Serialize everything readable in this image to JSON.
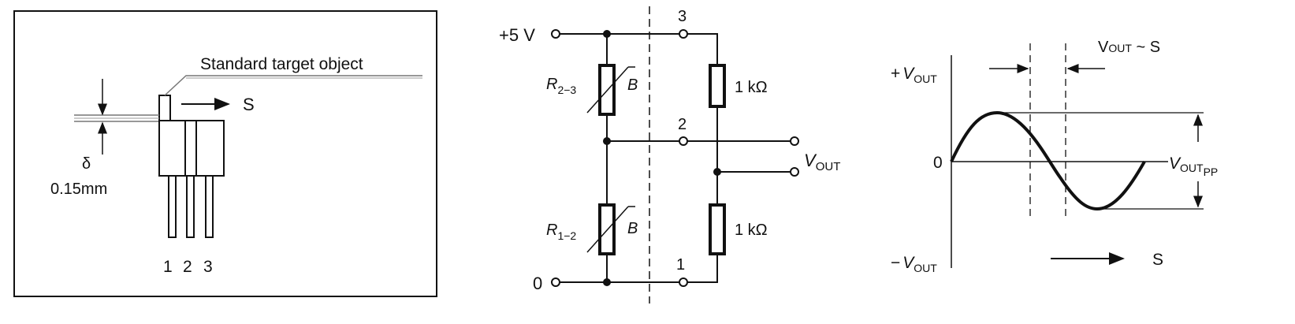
{
  "package": {
    "target_label": "Standard target object",
    "motion_label": "S",
    "delta_symbol": "δ",
    "gap_value": "0.15mm",
    "pin_labels": [
      "1",
      "2",
      "3"
    ]
  },
  "circuit": {
    "supply_label": "+5 V",
    "ground_label": "0",
    "r23": {
      "R": "R",
      "sub": "2−3",
      "B": "B"
    },
    "r12": {
      "R": "R",
      "sub": "1−2",
      "B": "B"
    },
    "r_top_value": "1 kΩ",
    "r_bot_value": "1 kΩ",
    "pin_3": "3",
    "pin_2": "2",
    "pin_1": "1",
    "vout": {
      "V": "V",
      "sub": "OUT"
    }
  },
  "waveform": {
    "plus_vout": {
      "pre": "+",
      "V": "V",
      "sub": "OUT"
    },
    "minus_vout": {
      "pre": "−",
      "V": "V",
      "sub": "OUT"
    },
    "zero_label": "0",
    "proportional_label": {
      "V": "V",
      "sub": "OUT",
      "rest": " ~ S"
    },
    "vout_pp": {
      "V": "V",
      "sub": "OUT",
      "sub2": "PP"
    },
    "s_label": "S"
  }
}
